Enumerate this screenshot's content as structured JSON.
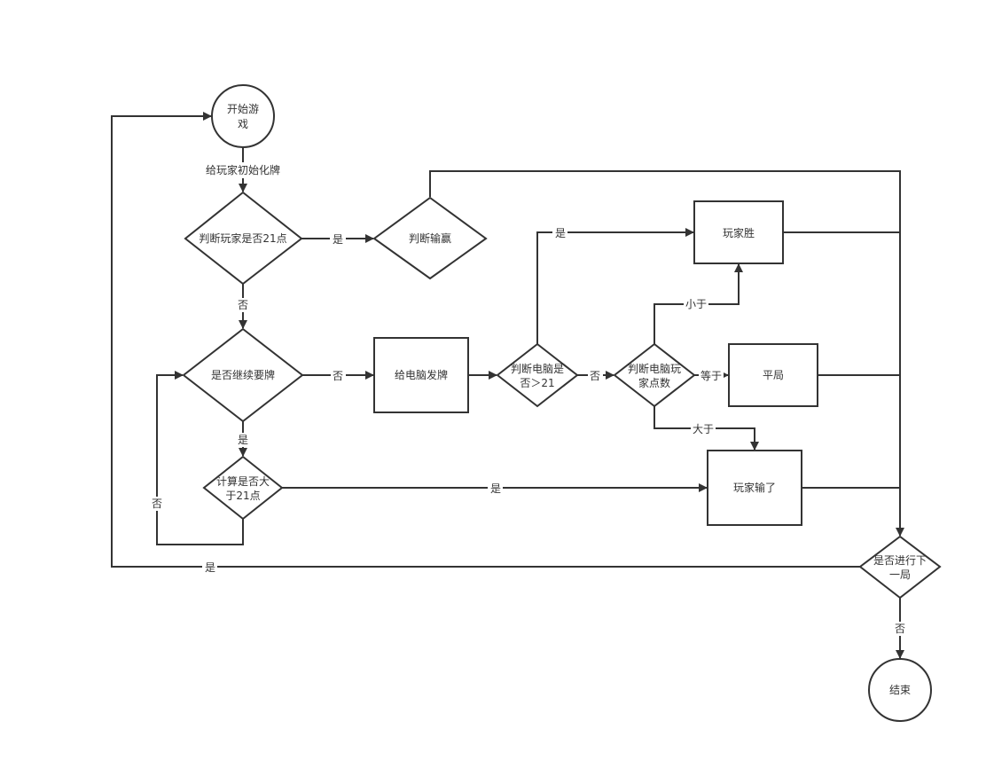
{
  "nodes": {
    "start": [
      "开始游",
      "戏"
    ],
    "init_cards": "给玩家初始化牌",
    "check_player_21": "判断玩家是否21点",
    "judge_win_lose": "判断输赢",
    "continue_draw": "是否继续要牌",
    "computer_draw": "给电脑发牌",
    "check_computer_21": [
      "判断电脑是",
      "否＞21"
    ],
    "compare_points": [
      "判断电脑玩",
      "家点数"
    ],
    "player_wins": "玩家胜",
    "draw_game": "平局",
    "player_loses": "玩家输了",
    "check_over_21": [
      "计算是否大",
      "于21点"
    ],
    "next_round": [
      "是否进行下",
      "一局"
    ],
    "end": "结束"
  },
  "edge_labels": {
    "player21_yes": "是",
    "player21_no": "否",
    "continue_no": "否",
    "continue_yes": "是",
    "computer21_yes": "是",
    "computer21_no": "否",
    "compare_less": "小于",
    "compare_equal": "等于",
    "compare_greater": "大于",
    "over21_yes": "是",
    "over21_no": "否",
    "next_yes": "是",
    "next_no": "否"
  }
}
